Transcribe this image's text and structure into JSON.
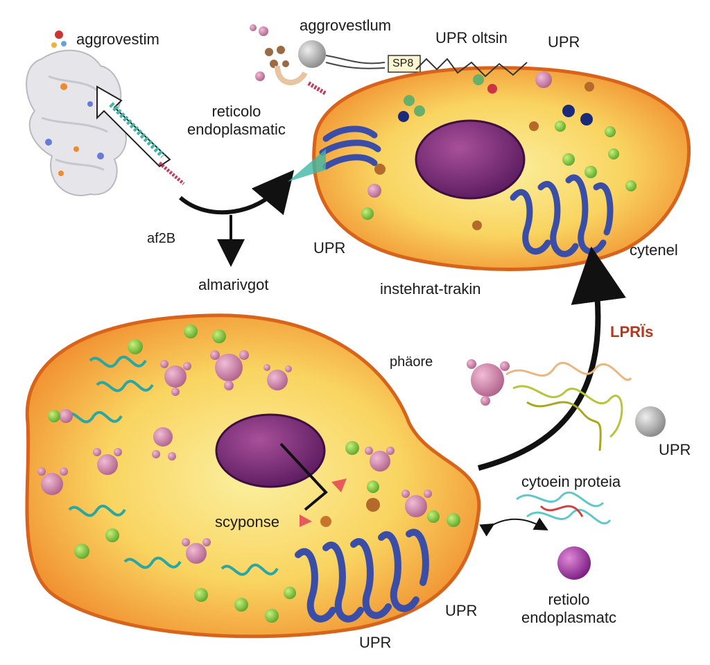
{
  "labels": {
    "aggrovestim": "aggrovestim",
    "aggrovestium": "aggrovestlum",
    "upr_oltsin": "UPR  oltsin",
    "upr_top_right": "UPR",
    "box_text": "SP8",
    "reticolo_top": "reticolo\nendoplasmatic",
    "af2b": "af2B",
    "almarivgot": "almarivgot",
    "upr_mid": "UPR",
    "instehrat": "instehrat-trakin",
    "cytenel": "cytenel",
    "lpris": "LPRÏs",
    "phaore": "phäore",
    "upr_right_mid": "UPR",
    "cytoein": "cytoein proteia",
    "scypone": "scyponse",
    "upr_bottom_1": "UPR",
    "upr_bottom_2": "UPR",
    "retiolo_bottom": "retiolo\nendoplasmatc"
  }
}
